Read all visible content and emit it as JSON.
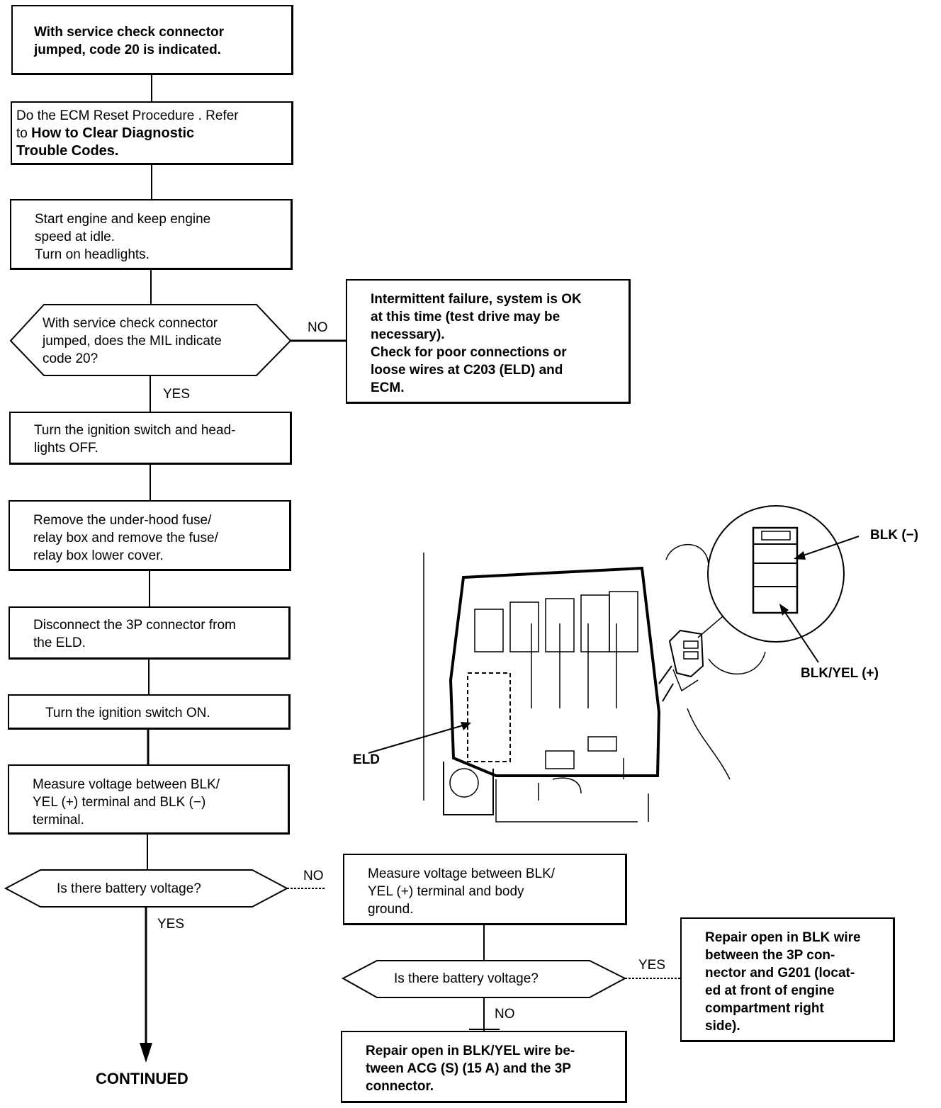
{
  "flowchart": {
    "step1": "With service check connector\njumped, code 20 is indicated.",
    "step2_lead": "Do the ECM Reset Procedure .  Refer\nto ",
    "step2_ref": "How to Clear Diagnostic\nTrouble Codes.",
    "step3": "Start engine and keep engine\nspeed at idle.\nTurn on headlights.",
    "decision1": "With service check connector\njumped, does the MIL indicate\ncode 20?",
    "decision1_no": "NO",
    "decision1_yes": "YES",
    "result_intermittent": "Intermittent failure, system is OK\nat this time (test drive may be\nnecessary).\nCheck for poor connections or\nloose wires at C203 (ELD) and\nECM.",
    "step4": "Turn the ignition switch and head-\nlights OFF.",
    "step5": "Remove the under-hood fuse/\nrelay box and remove the fuse/\nrelay box lower cover.",
    "step6": "Disconnect the 3P connector from\nthe ELD.",
    "step7": "Turn the ignition switch ON.",
    "step8": "Measure voltage between BLK/\nYEL (+) terminal and BLK (−)\nterminal.",
    "decision2": "Is there battery voltage?",
    "decision2_no": "NO",
    "decision2_yes": "YES",
    "step9": "Measure voltage between BLK/\nYEL (+) terminal and body\nground.",
    "decision3": "Is there battery voltage?",
    "decision3_yes": "YES",
    "decision3_no": "NO",
    "result_blk": "Repair open in BLK wire\nbetween the 3P con-\nnector and G201 (locat-\ned at front of engine\ncompartment right\nside).",
    "result_blkyel": "Repair open in BLK/YEL wire be-\ntween ACG (S) (15 A) and the 3P\nconnector.",
    "continued": "CONTINUED"
  },
  "illustration": {
    "label_blk": "BLK (−)",
    "label_blkyel": "BLK/YEL (+)",
    "label_eld": "ELD"
  }
}
